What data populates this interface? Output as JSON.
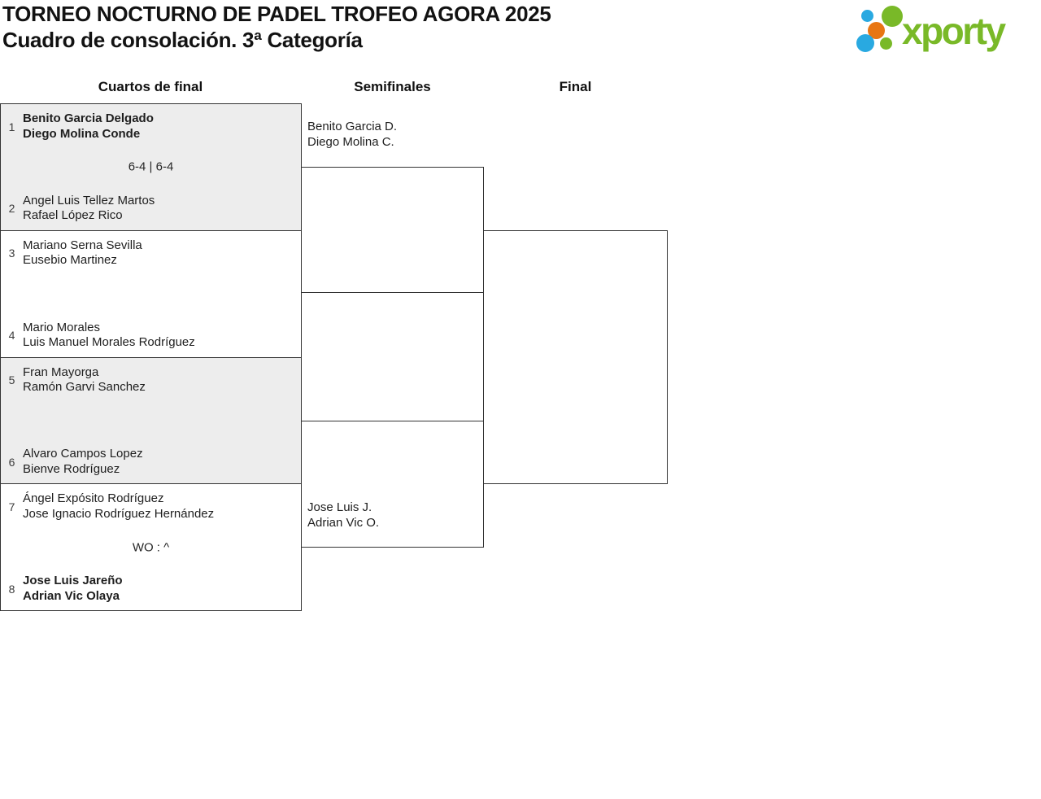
{
  "header": {
    "title_line1": "TORNEO NOCTURNO DE PADEL TROFEO AGORA 2025",
    "title_line2": "Cuadro de consolación. 3ª Categoría",
    "logo_text": "xporty"
  },
  "columns": [
    {
      "label": "Cuartos de final"
    },
    {
      "label": "Semifinales"
    },
    {
      "label": "Final"
    }
  ],
  "quarterfinals": [
    {
      "top": {
        "seed": "1",
        "players": [
          "Benito Garcia Delgado",
          "Diego Molina Conde"
        ],
        "winner": true
      },
      "score": "6-4 | 6-4",
      "bottom": {
        "seed": "2",
        "players": [
          "Angel Luis Tellez Martos",
          "Rafael López Rico"
        ],
        "winner": false
      }
    },
    {
      "top": {
        "seed": "3",
        "players": [
          "Mariano Serna Sevilla",
          "Eusebio Martinez"
        ],
        "winner": false
      },
      "score": "",
      "bottom": {
        "seed": "4",
        "players": [
          "Mario Morales",
          "Luis Manuel Morales Rodríguez"
        ],
        "winner": false
      }
    },
    {
      "top": {
        "seed": "5",
        "players": [
          "Fran Mayorga",
          "Ramón Garvi Sanchez"
        ],
        "winner": false
      },
      "score": "",
      "bottom": {
        "seed": "6",
        "players": [
          "Alvaro Campos Lopez",
          "Bienve Rodríguez"
        ],
        "winner": false
      }
    },
    {
      "top": {
        "seed": "7",
        "players": [
          "Ángel Expósito Rodríguez",
          "Jose Ignacio Rodríguez Hernández"
        ],
        "winner": false
      },
      "score": "WO : ^",
      "bottom": {
        "seed": "8",
        "players": [
          "Jose Luis Jareño",
          "Adrian Vic Olaya"
        ],
        "winner": true
      }
    }
  ],
  "semifinals": [
    {
      "top_winner": [
        "Benito Garcia D.",
        "Diego Molina C."
      ],
      "bottom_winner": null
    },
    {
      "top_winner": null,
      "bottom_winner": [
        "Jose Luis J.",
        "Adrian Vic O."
      ]
    }
  ],
  "colors": {
    "accent_green": "#79b928",
    "accent_blue": "#29a9e1",
    "accent_orange": "#e87613",
    "match_alt_bg": "#ededed",
    "border_color": "#333333"
  }
}
